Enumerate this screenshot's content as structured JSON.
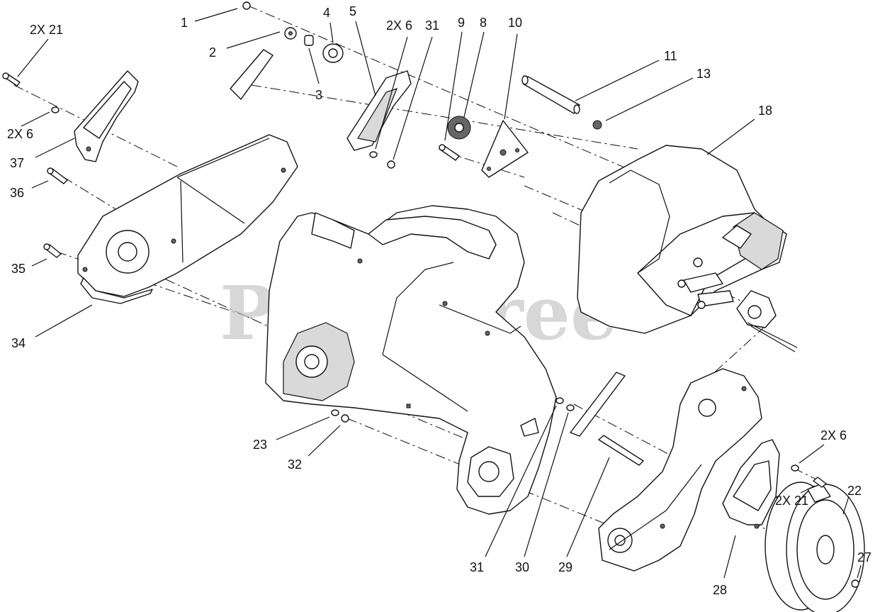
{
  "diagram": {
    "watermark": "PartsTree",
    "callouts": [
      {
        "id": "c1",
        "text": "1"
      },
      {
        "id": "c2",
        "text": "2"
      },
      {
        "id": "c3",
        "text": "3"
      },
      {
        "id": "c4",
        "text": "4"
      },
      {
        "id": "c5",
        "text": "5"
      },
      {
        "id": "c2x6-top",
        "text": "2X 6"
      },
      {
        "id": "c31-top",
        "text": "31"
      },
      {
        "id": "c9",
        "text": "9"
      },
      {
        "id": "c8",
        "text": "8"
      },
      {
        "id": "c10",
        "text": "10"
      },
      {
        "id": "c11",
        "text": "11"
      },
      {
        "id": "c13",
        "text": "13"
      },
      {
        "id": "c18",
        "text": "18"
      },
      {
        "id": "c2x21-left",
        "text": "2X 21"
      },
      {
        "id": "c2x6-left",
        "text": "2X 6"
      },
      {
        "id": "c37",
        "text": "37"
      },
      {
        "id": "c36",
        "text": "36"
      },
      {
        "id": "c35",
        "text": "35"
      },
      {
        "id": "c34",
        "text": "34"
      },
      {
        "id": "c23",
        "text": "23"
      },
      {
        "id": "c32",
        "text": "32"
      },
      {
        "id": "c31-bottom",
        "text": "31"
      },
      {
        "id": "c30",
        "text": "30"
      },
      {
        "id": "c29",
        "text": "29"
      },
      {
        "id": "c2x6-right",
        "text": "2X 6"
      },
      {
        "id": "c2x21-right",
        "text": "2X 21"
      },
      {
        "id": "c22",
        "text": "22"
      },
      {
        "id": "c27",
        "text": "27"
      },
      {
        "id": "c28",
        "text": "28"
      }
    ]
  }
}
